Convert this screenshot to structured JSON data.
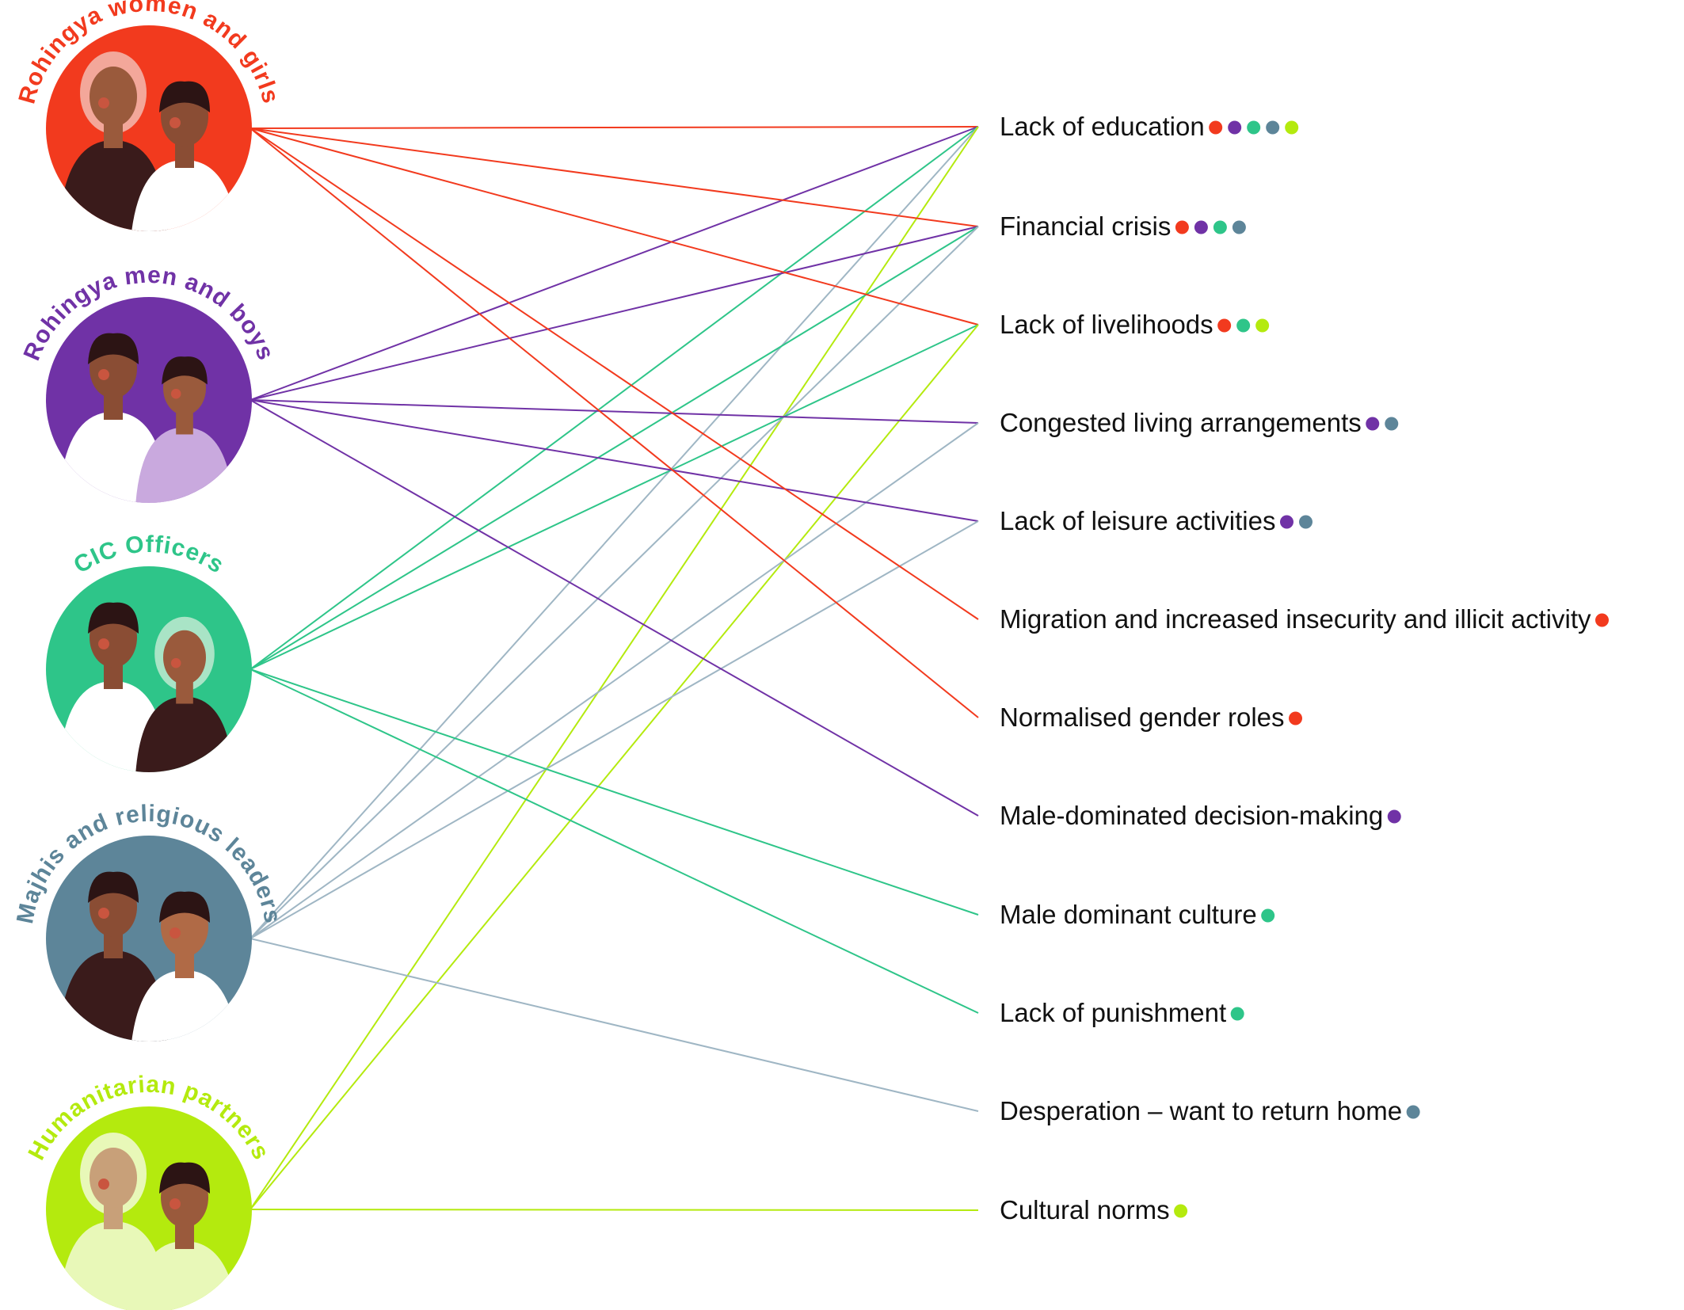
{
  "colors": {
    "women_girls": "#f23a1e",
    "men_boys": "#7032a6",
    "cic_officers": "#2ec589",
    "majhis_leaders": "#5d8599",
    "majhis_line": "#9fb6c4",
    "humanitarian": "#b4ea0e",
    "text": "#111111"
  },
  "groups": [
    {
      "id": "g1",
      "label": "Rohingya women and girls",
      "color_key": "women_girls"
    },
    {
      "id": "g2",
      "label": "Rohingya men and boys",
      "color_key": "men_boys"
    },
    {
      "id": "g3",
      "label": "CIC Officers",
      "color_key": "cic_officers"
    },
    {
      "id": "g4",
      "label": "Majhis and religious leaders",
      "color_key": "majhis_leaders"
    },
    {
      "id": "g5",
      "label": "Humanitarian partners",
      "color_key": "humanitarian"
    }
  ],
  "causes": [
    {
      "label": "Lack of education",
      "groups": [
        0,
        1,
        2,
        3,
        4
      ]
    },
    {
      "label": "Financial crisis",
      "groups": [
        0,
        1,
        2,
        3
      ]
    },
    {
      "label": "Lack of livelihoods",
      "groups": [
        0,
        2,
        4
      ]
    },
    {
      "label": "Congested living arrangements",
      "groups": [
        1,
        3
      ]
    },
    {
      "label": "Lack of leisure activities",
      "groups": [
        1,
        3
      ]
    },
    {
      "label": "Migration and increased insecurity and illicit activity",
      "groups": [
        0
      ]
    },
    {
      "label": "Normalised gender roles",
      "groups": [
        0
      ]
    },
    {
      "label": "Male-dominated decision-making",
      "groups": [
        1
      ]
    },
    {
      "label": "Male dominant culture",
      "groups": [
        2
      ]
    },
    {
      "label": "Lack of punishment",
      "groups": [
        2
      ]
    },
    {
      "label": "Desperation – want to return home",
      "groups": [
        3
      ]
    },
    {
      "label": "Cultural norms",
      "groups": [
        4
      ]
    }
  ]
}
